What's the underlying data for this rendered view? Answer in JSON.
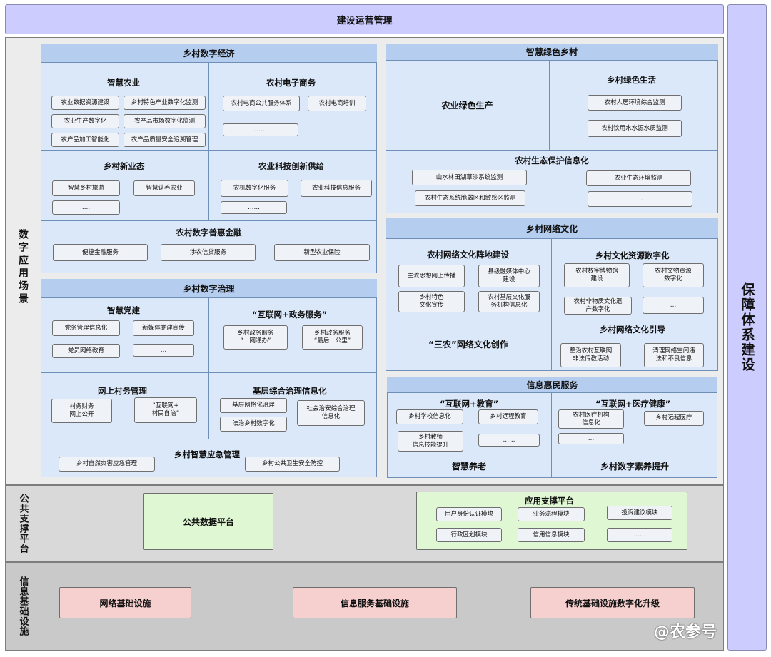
{
  "top_bar": "建设运营管理",
  "right_bar": "保障体系建设",
  "layers": {
    "app": "数字应用场景",
    "pub": "公共支撑平台",
    "info": "信息基础设施"
  },
  "digital_economy": {
    "title": "乡村数字经济",
    "smart_agri": {
      "title": "智慧农业",
      "items": [
        "农业数据资源建设",
        "乡村特色产业数字化监测",
        "农业生产数字化",
        "农产品市场数字化监测",
        "农产品加工智能化",
        "农产品质量安全追溯管理"
      ]
    },
    "ecommerce": {
      "title": "农村电子商务",
      "items": [
        "农村电商公共服务体系",
        "农村电商培训",
        "……"
      ]
    },
    "new_biz": {
      "title": "乡村新业态",
      "items": [
        "智慧乡村旅游",
        "智慧认养农业",
        "……"
      ]
    },
    "tech": {
      "title": "农业科技创新供给",
      "items": [
        "农机数字化服务",
        "农业科技信息服务",
        "……"
      ]
    },
    "finance": {
      "title": "农村数字普惠金融",
      "items": [
        "便捷金融服务",
        "涉农信贷服务",
        "新型农业保险"
      ]
    }
  },
  "governance": {
    "title": "乡村数字治理",
    "party": {
      "title": "智慧党建",
      "items": [
        "党务管理信息化",
        "新媒体党建宣传",
        "党员网络教育",
        "…"
      ]
    },
    "gov_service": {
      "title": "“互联网+政务服务”",
      "items": [
        "乡村政务服务\n“一网通办”",
        "乡村政务服务\n“最后一公里”"
      ]
    },
    "village_affairs": {
      "title": "网上村务管理",
      "items": [
        "村务财务\n网上公开",
        "“互联网+\n村民自治”"
      ]
    },
    "grassroots": {
      "title": "基层综合治理信息化",
      "items": [
        "基层网格化治理",
        "法治乡村数字化",
        "社会治安综合治理\n信息化"
      ]
    },
    "emergency": {
      "title": "乡村智慧应急管理",
      "items": [
        "乡村自然灾害应急管理",
        "乡村公共卫生安全防控"
      ]
    }
  },
  "green": {
    "title": "智慧绿色乡村",
    "production": "农业绿色生产",
    "life": {
      "title": "乡村绿色生活",
      "items": [
        "农村人居环境综合监测",
        "农村饮用水水源水质监测"
      ]
    },
    "eco": {
      "title": "农村生态保护信息化",
      "items": [
        "山水林田湖草沙系统监测",
        "农业生态环境监测",
        "农村生态系统脆弱区和敏感区监测",
        "…"
      ]
    }
  },
  "culture": {
    "title": "乡村网络文化",
    "positions": {
      "title": "农村网络文化阵地建设",
      "items": [
        "主流思想网上传播",
        "县级融媒体中心\n建设",
        "乡村特色\n文化宣传",
        "农村基层文化服\n务机构信息化"
      ]
    },
    "resources": {
      "title": "乡村文化资源数字化",
      "items": [
        "农村数字博物馆\n建设",
        "农村文物资源\n数字化",
        "农村非物质文化遗\n产数字化",
        "…"
      ]
    },
    "creation": "“三农”网络文化创作",
    "guidance": {
      "title": "乡村网络文化引导",
      "items": [
        "整治农村互联网\n非法传教活动",
        "清理网络空间违\n法和不良信息"
      ]
    }
  },
  "benefit": {
    "title": "信息惠民服务",
    "education": {
      "title": "“互联网+教育”",
      "items": [
        "乡村学校信息化",
        "乡村远程教育",
        "乡村教师\n信息技能提升",
        "……"
      ]
    },
    "health": {
      "title": "“互联网+医疗健康”",
      "items": [
        "农村医疗机构\n信息化",
        "乡村远程医疗",
        "…"
      ]
    },
    "elderly": "智慧养老",
    "literacy": "乡村数字素养提升"
  },
  "public_platform": {
    "data": "公共数据平台",
    "app_support": {
      "title": "应用支撑平台",
      "items": [
        "用户身份认证模块",
        "业务流程模块",
        "投诉建议模块",
        "行政区划模块",
        "信用信息模块",
        "……"
      ]
    }
  },
  "infrastructure": [
    "网络基础设施",
    "信息服务基础设施",
    "传统基础设施数字化升级"
  ],
  "watermark": "@农参号"
}
